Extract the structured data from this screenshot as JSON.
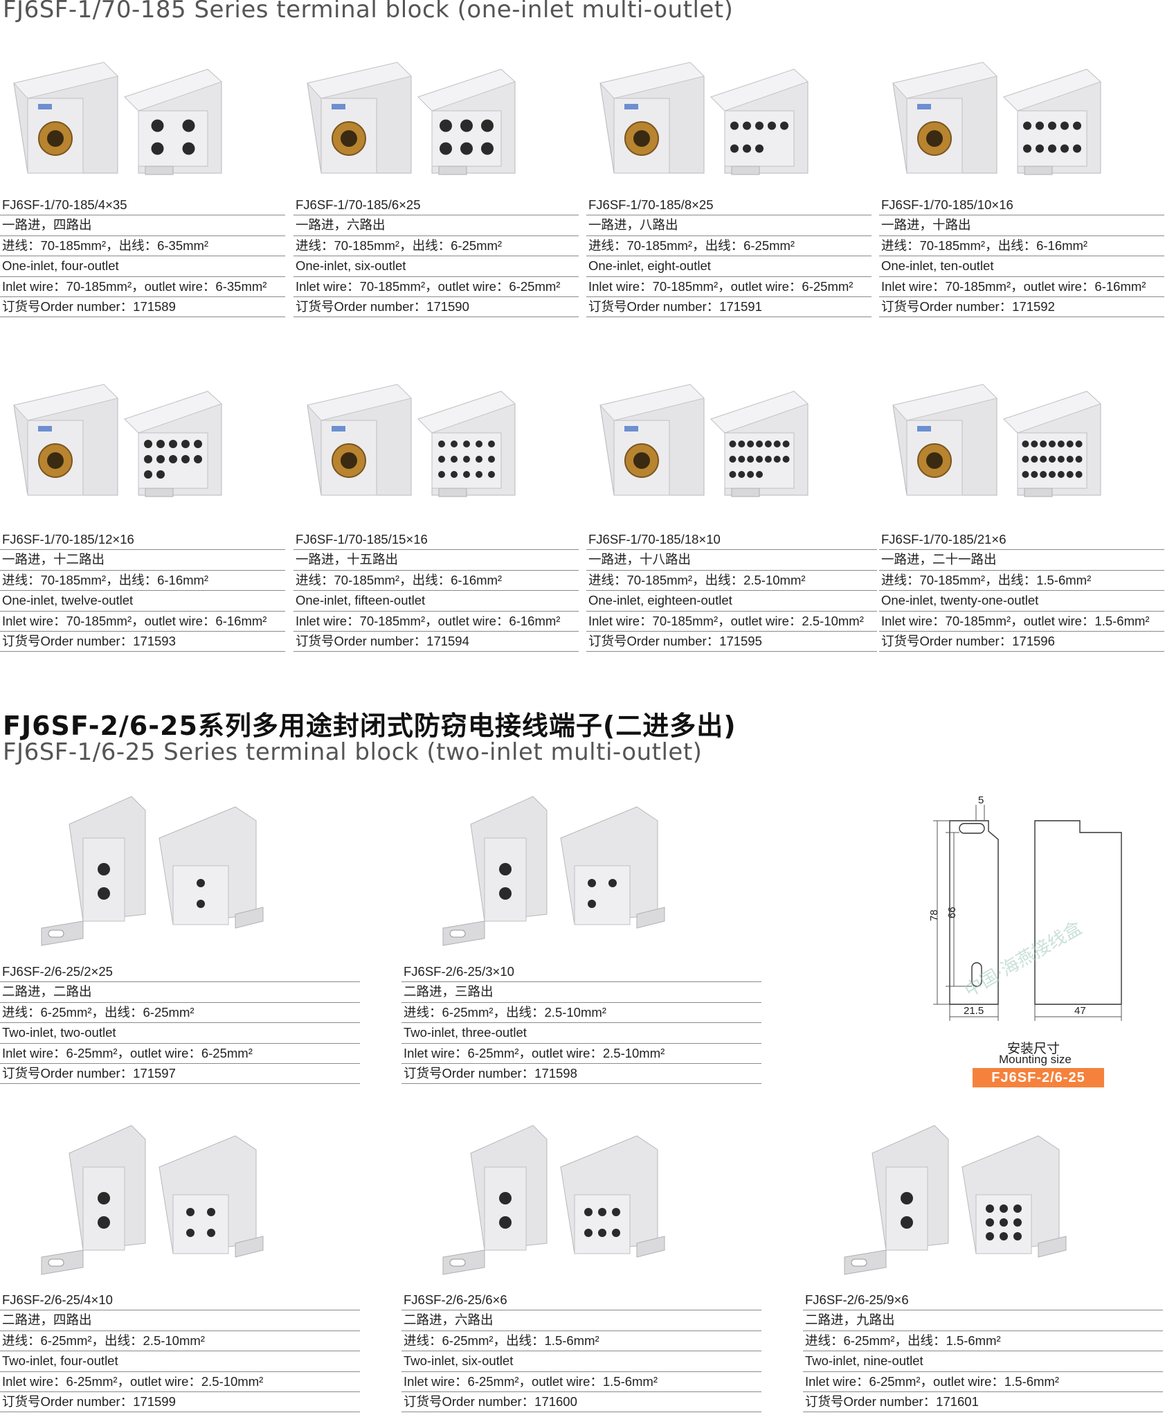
{
  "section1": {
    "title_en": "FJ6SF-1/70-185 Series terminal block (one-inlet multi-outlet)"
  },
  "section2": {
    "title_cn": "FJ6SF-2/6-25系列多用途封闭式防窃电接线端子(二进多出)",
    "title_en": "FJ6SF-1/6-25 Series terminal block (two-inlet multi-outlet)"
  },
  "products": [
    {
      "model": "FJ6SF-1/70-185/4×35",
      "cn_desc": "一路进，四路出",
      "cn_wire": "进线：70-185mm²，出线：6-35mm²",
      "en_desc": "One-inlet, four-outlet",
      "en_wire": "Inlet wire：70-185mm²，outlet wire：6-35mm²",
      "order": "订货号Order number：171589"
    },
    {
      "model": "FJ6SF-1/70-185/6×25",
      "cn_desc": "一路进，六路出",
      "cn_wire": "进线：70-185mm²，出线：6-25mm²",
      "en_desc": "One-inlet, six-outlet",
      "en_wire": "Inlet wire：70-185mm²，outlet wire：6-25mm²",
      "order": "订货号Order number：171590"
    },
    {
      "model": "FJ6SF-1/70-185/8×25",
      "cn_desc": "一路进，八路出",
      "cn_wire": "进线：70-185mm²，出线：6-25mm²",
      "en_desc": "One-inlet, eight-outlet",
      "en_wire": "Inlet wire：70-185mm²，outlet wire：6-25mm²",
      "order": "订货号Order number：171591"
    },
    {
      "model": "FJ6SF-1/70-185/10×16",
      "cn_desc": "一路进，十路出",
      "cn_wire": "进线：70-185mm²，出线：6-16mm²",
      "en_desc": "One-inlet, ten-outlet",
      "en_wire": "Inlet wire：70-185mm²，outlet wire：6-16mm²",
      "order": "订货号Order number：171592"
    },
    {
      "model": "FJ6SF-1/70-185/12×16",
      "cn_desc": "一路进，十二路出",
      "cn_wire": "进线：70-185mm²，出线：6-16mm²",
      "en_desc": "One-inlet, twelve-outlet",
      "en_wire": "Inlet wire：70-185mm²，outlet wire：6-16mm²",
      "order": "订货号Order number：171593"
    },
    {
      "model": "FJ6SF-1/70-185/15×16",
      "cn_desc": "一路进，十五路出",
      "cn_wire": "进线：70-185mm²，出线：6-16mm²",
      "en_desc": "One-inlet, fifteen-outlet",
      "en_wire": "Inlet wire：70-185mm²，outlet wire：6-16mm²",
      "order": "订货号Order number：171594"
    },
    {
      "model": "FJ6SF-1/70-185/18×10",
      "cn_desc": "一路进，十八路出",
      "cn_wire": "进线：70-185mm²，出线：2.5-10mm²",
      "en_desc": "One-inlet, eighteen-outlet",
      "en_wire": "Inlet wire：70-185mm²，outlet wire：2.5-10mm²",
      "order": "订货号Order number：171595"
    },
    {
      "model": "FJ6SF-1/70-185/21×6",
      "cn_desc": "一路进，二十一路出",
      "cn_wire": "进线：70-185mm²，出线：1.5-6mm²",
      "en_desc": "One-inlet, twenty-one-outlet",
      "en_wire": "Inlet wire：70-185mm²，outlet wire：1.5-6mm²",
      "order": "订货号Order number：171596"
    },
    {
      "model": "FJ6SF-2/6-25/2×25",
      "cn_desc": "二路进，二路出",
      "cn_wire": "进线：6-25mm²，出线：6-25mm²",
      "en_desc": "Two-inlet, two-outlet",
      "en_wire": "Inlet wire：6-25mm²，outlet wire：6-25mm²",
      "order": "订货号Order number：171597"
    },
    {
      "model": "FJ6SF-2/6-25/3×10",
      "cn_desc": "二路进，三路出",
      "cn_wire": "进线：6-25mm²，出线：2.5-10mm²",
      "en_desc": "Two-inlet, three-outlet",
      "en_wire": "Inlet wire：6-25mm²，outlet wire：2.5-10mm²",
      "order": "订货号Order number：171598"
    },
    {
      "model": "FJ6SF-2/6-25/4×10",
      "cn_desc": "二路进，四路出",
      "cn_wire": "进线：6-25mm²，出线：2.5-10mm²",
      "en_desc": "Two-inlet, four-outlet",
      "en_wire": "Inlet wire：6-25mm²，outlet wire：2.5-10mm²",
      "order": "订货号Order number：171599"
    },
    {
      "model": "FJ6SF-2/6-25/6×6",
      "cn_desc": "二路进，六路出",
      "cn_wire": "进线：6-25mm²，出线：1.5-6mm²",
      "en_desc": "Two-inlet, six-outlet",
      "en_wire": "Inlet wire：6-25mm²，outlet wire：1.5-6mm²",
      "order": "订货号Order number：171600"
    },
    {
      "model": "FJ6SF-2/6-25/9×6",
      "cn_desc": "二路进，九路出",
      "cn_wire": "进线：6-25mm²，出线：1.5-6mm²",
      "en_desc": "Two-inlet, nine-outlet",
      "en_wire": "Inlet wire：6-25mm²，outlet wire：1.5-6mm²",
      "order": "订货号Order number：171601"
    }
  ],
  "mounting": {
    "label_cn": "安装尺寸",
    "label_en": "Mounting size",
    "badge": "FJ6SF-2/6-25",
    "dims": {
      "top": "5",
      "height_outer": "78",
      "height_inner": "66",
      "width_base": "21.5",
      "width_side": "47"
    },
    "watermark": "中国·海燕接线盒",
    "accent_color": "#f5823c"
  }
}
